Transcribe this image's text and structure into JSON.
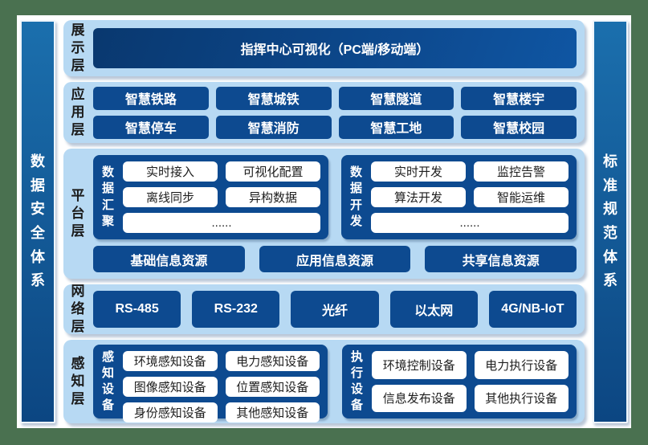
{
  "left_bar": {
    "label": "数据安全体系"
  },
  "right_bar": {
    "label": "标准规范体系"
  },
  "layers": {
    "display": {
      "label": "展示层",
      "box": "指挥中心可视化（PC端/移动端）"
    },
    "application": {
      "label": "应用层",
      "items": [
        "智慧铁路",
        "智慧城铁",
        "智慧隧道",
        "智慧楼宇",
        "智慧停车",
        "智慧消防",
        "智慧工地",
        "智慧校园"
      ]
    },
    "platform": {
      "label": "平台层",
      "groups": [
        {
          "label": "数据汇聚",
          "items": [
            "实时接入",
            "可视化配置",
            "离线同步",
            "异构数据",
            "......"
          ]
        },
        {
          "label": "数据开发",
          "items": [
            "实时开发",
            "监控告警",
            "算法开发",
            "智能运维",
            "......"
          ]
        }
      ],
      "resources": [
        "基础信息资源",
        "应用信息资源",
        "共享信息资源"
      ]
    },
    "network": {
      "label": "网络层",
      "items": [
        "RS-485",
        "RS-232",
        "光纤",
        "以太网",
        "4G/NB-IoT"
      ]
    },
    "perception": {
      "label": "感知层",
      "groups": [
        {
          "label": "感知设备",
          "items": [
            "环境感知设备",
            "电力感知设备",
            "图像感知设备",
            "位置感知设备",
            "身份感知设备",
            "其他感知设备"
          ]
        },
        {
          "label": "执行设备",
          "items": [
            "环境控制设备",
            "电力执行设备",
            "信息发布设备",
            "其他执行设备"
          ]
        }
      ]
    }
  },
  "colors": {
    "frame_green": "#4a7150",
    "panel_blue": "#b7d9f3",
    "box_blue": "#0d4a90",
    "box_blue_deep": "#09386f",
    "sidebar_top": "#1b6fad",
    "sidebar_bottom": "#0c4682",
    "text_dark": "#1b1b1b"
  }
}
